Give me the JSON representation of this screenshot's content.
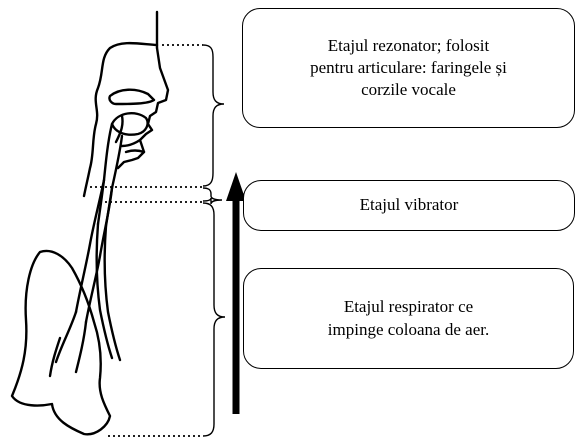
{
  "stages": {
    "resonator": {
      "line1": "Etajul rezonator; folosit",
      "line2": "pentru articulare: faringele și",
      "line3": "corzile vocale"
    },
    "vibrator": {
      "line1": "Etajul vibrator"
    },
    "respiratory": {
      "line1": "Etajul respirator ce",
      "line2": "impinge coloana de aer."
    }
  }
}
